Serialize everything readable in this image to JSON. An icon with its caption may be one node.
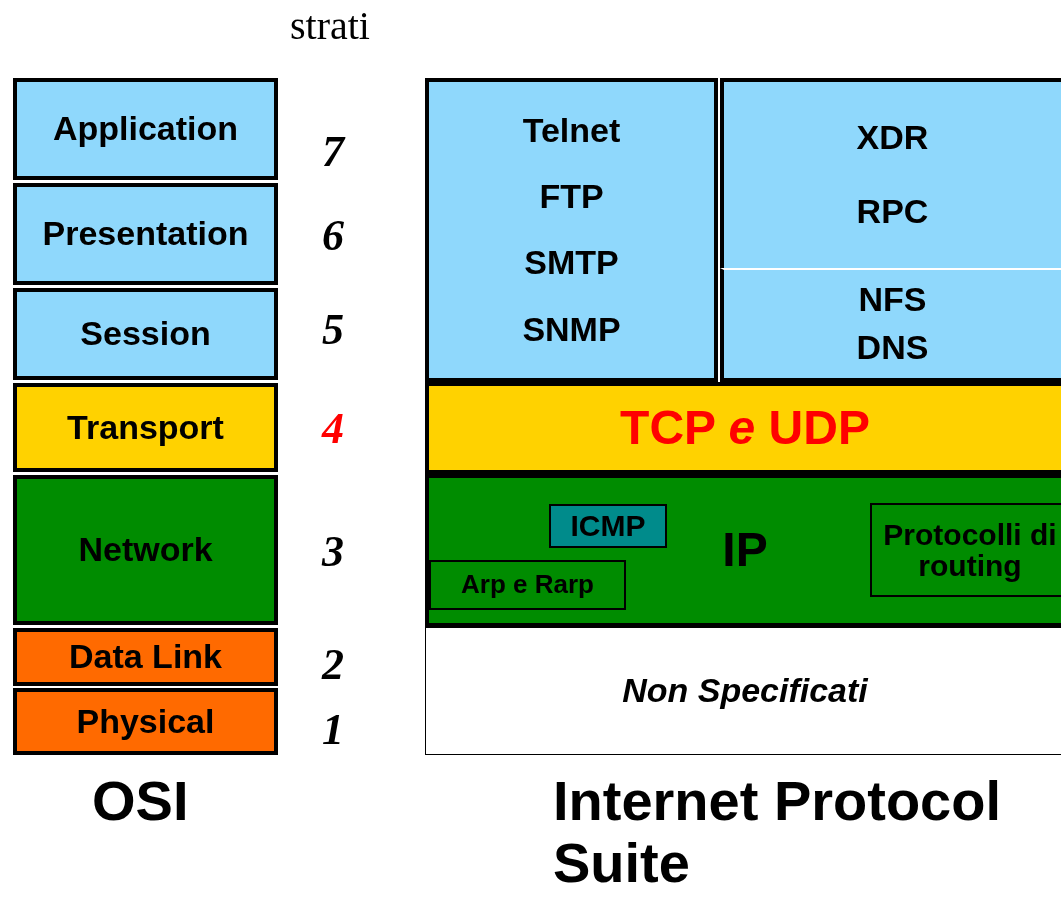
{
  "diagram": {
    "nodes": [
      {
        "text": [
          "Application"
        ]
      },
      {
        "text": [
          "Presentation"
        ]
      },
      {
        "text": [
          "Session"
        ]
      },
      {
        "text": [
          "Transport"
        ]
      },
      {
        "text": [
          "Network"
        ]
      },
      {
        "text": [
          "Data Link"
        ]
      },
      {
        "text": [
          "Physical"
        ]
      },
      {
        "text": [
          "Telnet",
          "FTP",
          "SMTP",
          "SNMP"
        ]
      },
      {
        "text": [
          "XDR",
          "RPC"
        ]
      },
      {
        "text": [
          "NFS",
          "DNS"
        ]
      },
      {
        "text": [
          "TCP *e* UDP"
        ]
      },
      {
        "text": [
          "IP"
        ]
      },
      {
        "text": [
          "ICMP"
        ],
        "in": 11
      },
      {
        "text": [
          "Arp e Rarp"
        ],
        "in": 11
      },
      {
        "text": [
          "Protocolli di routing"
        ],
        "in": 11
      },
      {
        "text": [
          "Non Specificati"
        ]
      }
    ],
    "edges": [],
    "labels": [
      "strati",
      "7",
      "6",
      "5",
      "4",
      "3",
      "2",
      "1",
      "OSI",
      "Internet Protocol Suite"
    ]
  }
}
